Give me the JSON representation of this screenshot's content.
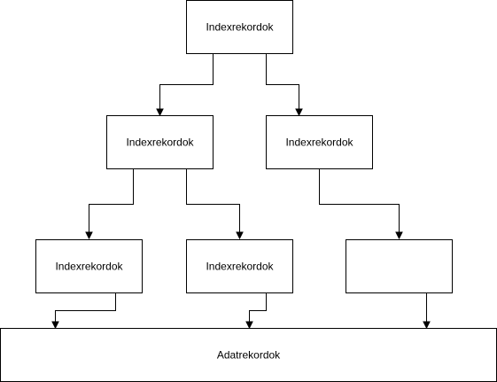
{
  "nodes": {
    "root": {
      "label": "Indexrekordok"
    },
    "level2_left": {
      "label": "Indexrekordok"
    },
    "level2_right": {
      "label": "Indexrekordok"
    },
    "level3_left": {
      "label": "Indexrekordok"
    },
    "level3_middle": {
      "label": "Indexrekordok"
    },
    "level3_right": {
      "label": ""
    },
    "data_block": {
      "label": "Adatrekordok"
    }
  }
}
